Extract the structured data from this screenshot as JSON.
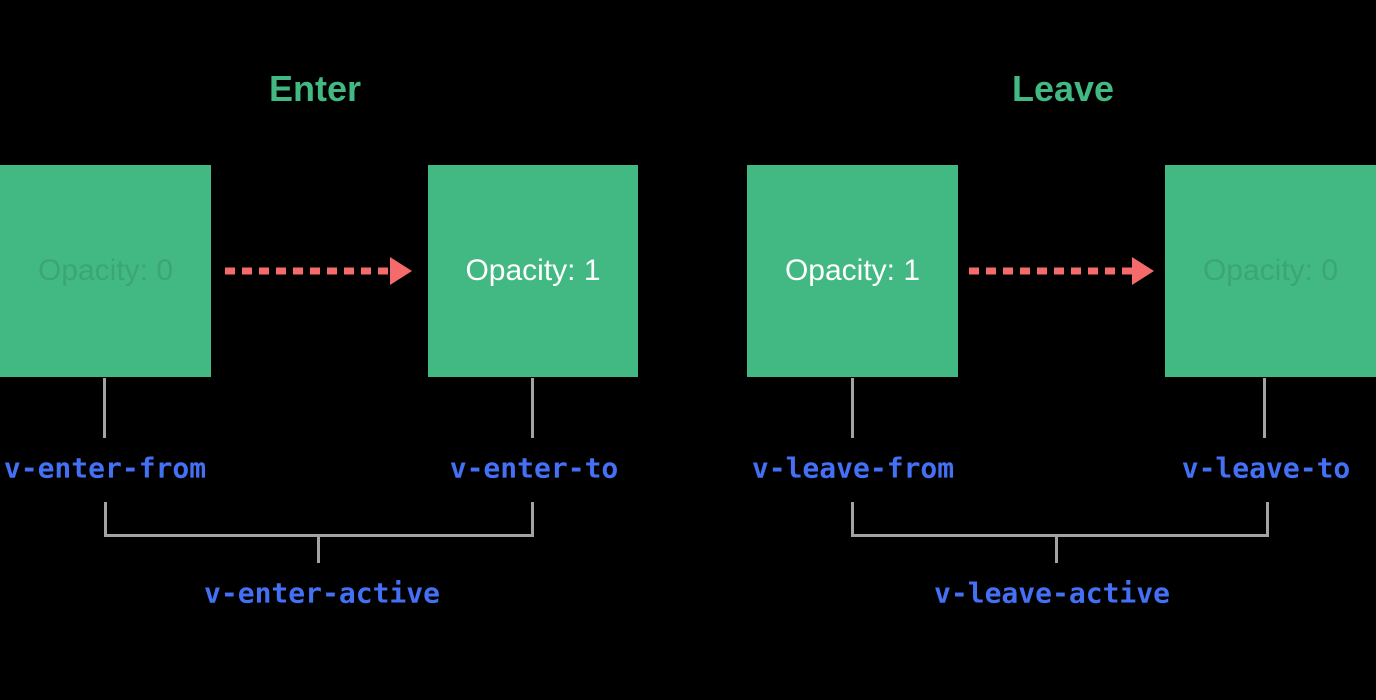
{
  "diagram": {
    "enter": {
      "title": "Enter",
      "from_box_label": "Opacity: 0",
      "to_box_label": "Opacity: 1",
      "from_class": "v-enter-from",
      "to_class": "v-enter-to",
      "active_class": "v-enter-active"
    },
    "leave": {
      "title": "Leave",
      "from_box_label": "Opacity: 1",
      "to_box_label": "Opacity: 0",
      "from_class": "v-leave-from",
      "to_class": "v-leave-to",
      "active_class": "v-leave-active"
    },
    "colors": {
      "background": "#000000",
      "box_green": "#42b883",
      "title_green": "#42b883",
      "class_label_blue": "#4370f4",
      "arrow_red": "#f56a6a",
      "connector_gray": "#a3a3a3",
      "box_text_white": "#ffffff",
      "faint_box_text": "rgba(0,0,0,0.10)"
    },
    "icons": {
      "enter_arrow": "dashed-arrow-right-icon",
      "leave_arrow": "dashed-arrow-right-icon"
    }
  }
}
